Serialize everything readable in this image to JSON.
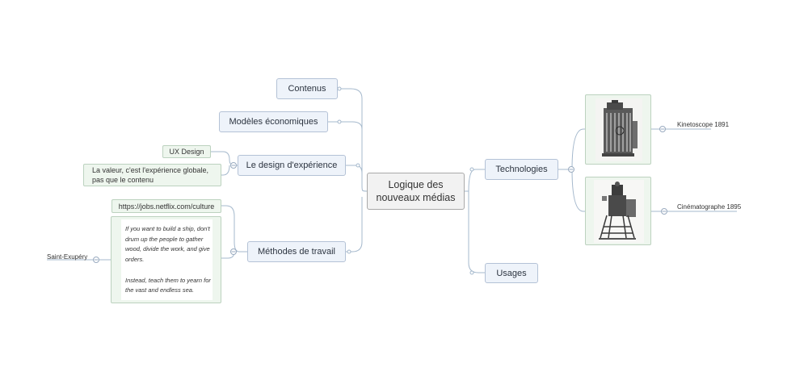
{
  "central": "Logique des nouveaux médias",
  "branches": {
    "contenus": "Contenus",
    "modeles": "Modèles économiques",
    "design": "Le design d'expérience",
    "methodes": "Méthodes de travail",
    "technologies": "Technologies",
    "usages": "Usages"
  },
  "design_children": {
    "ux": "UX Design",
    "valeur": "La valeur, c'est l'expérience globale, pas que le contenu"
  },
  "methodes_children": {
    "url": "https://jobs.netflix.com/culture",
    "quote_p1": "If you want to build a ship, don't drum up the people to gather wood, divide the work, and give orders.",
    "quote_p2": "Instead, teach them to yearn for the vast and endless sea.",
    "author": "Saint-Exupéry"
  },
  "technologies_children": {
    "kinetoscope": "Kinetoscope 1891",
    "cinematographe": "Cinématographe 1895"
  },
  "colors": {
    "main_fill": "#eef3fa",
    "main_border": "#b4c2d6",
    "sub_fill": "#eef6ee",
    "sub_border": "#bcd2bf",
    "link": "#a4b8cc"
  }
}
